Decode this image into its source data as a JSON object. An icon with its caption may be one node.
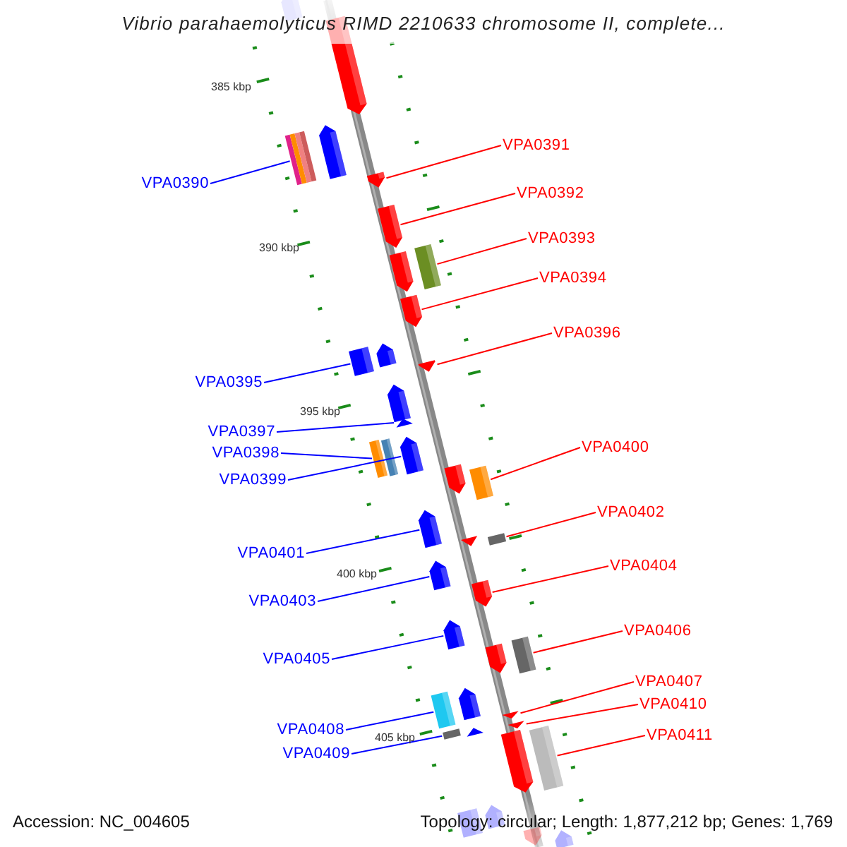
{
  "diagram": {
    "title": "Vibrio parahaemolyticus RIMD 2210633 chromosome II, complete...",
    "nodes": [
      {
        "text": [],
        "shape": "box"
      },
      {
        "text": [],
        "shape": "box"
      },
      {
        "text": [],
        "shape": "box"
      },
      {
        "text": [],
        "shape": "box"
      },
      {
        "text": [],
        "shape": "box"
      },
      {
        "text": [],
        "shape": "box"
      },
      {
        "text": [],
        "shape": "box"
      },
      {
        "text": [],
        "shape": "box"
      },
      {
        "text": [],
        "shape": "box"
      },
      {
        "text": [],
        "shape": "box"
      },
      {
        "text": [],
        "shape": "box"
      },
      {
        "text": [],
        "shape": "box"
      },
      {
        "text": [],
        "shape": "box"
      },
      {
        "text": [],
        "shape": "box"
      },
      {
        "text": [],
        "shape": "box"
      },
      {
        "text": [],
        "shape": "box"
      },
      {
        "text": [],
        "shape": "box"
      },
      {
        "text": [],
        "shape": "box"
      },
      {
        "text": [],
        "shape": "box"
      },
      {
        "text": [],
        "shape": "box"
      },
      {
        "text": [],
        "shape": "box"
      },
      {
        "text": [],
        "shape": "box"
      },
      {
        "text": [],
        "shape": "box"
      },
      {
        "text": [],
        "shape": "box"
      },
      {
        "text": [],
        "shape": "box"
      },
      {
        "text": [],
        "shape": "box"
      },
      {
        "text": [],
        "shape": "box"
      },
      {
        "text": [],
        "shape": "box"
      },
      {
        "text": [],
        "shape": "box"
      },
      {
        "text": [],
        "shape": "box"
      },
      {
        "text": [],
        "shape": "box"
      },
      {
        "text": [],
        "shape": "box"
      },
      {
        "text": [],
        "shape": "box"
      },
      {
        "text": [],
        "shape": "box"
      },
      {
        "text": [],
        "shape": "box"
      },
      {
        "text": [],
        "shape": "box"
      },
      {
        "text": [],
        "shape": "box"
      },
      {
        "text": [],
        "shape": "box"
      },
      {
        "text": [],
        "shape": "box"
      },
      {
        "text": [
          "VPA0390"
        ]
      },
      {
        "text": [
          "VPA0391"
        ]
      },
      {
        "text": [
          "VPA0392"
        ]
      },
      {
        "text": [
          "VPA0393"
        ]
      },
      {
        "text": [
          "VPA0394"
        ]
      },
      {
        "text": [
          "VPA0395"
        ]
      },
      {
        "text": [
          "VPA0396"
        ]
      },
      {
        "text": [
          "VPA0397"
        ]
      },
      {
        "text": [
          "VPA0398"
        ]
      },
      {
        "text": [
          "VPA0399"
        ]
      },
      {
        "text": [
          "VPA0400"
        ]
      },
      {
        "text": [
          "VPA0401"
        ]
      },
      {
        "text": [
          "VPA0402"
        ]
      },
      {
        "text": [
          "VPA0403"
        ]
      },
      {
        "text": [
          "VPA0404"
        ]
      },
      {
        "text": [
          "VPA0405"
        ]
      },
      {
        "text": [
          "VPA0406"
        ]
      },
      {
        "text": [
          "VPA0407"
        ]
      },
      {
        "text": [
          "VPA0408"
        ]
      },
      {
        "text": [
          "VPA0409"
        ]
      },
      {
        "text": [
          "VPA0410"
        ]
      },
      {
        "text": [
          "VPA0411"
        ]
      }
    ],
    "edges": [
      {
        "from": 39,
        "to": 2,
        "arrow": "none",
        "color": "#0000ff"
      },
      {
        "from": 40,
        "to": 4,
        "arrow": "none"
      },
      {
        "from": 41,
        "to": 5,
        "arrow": "none"
      },
      {
        "from": 42,
        "to": 7,
        "arrow": "none"
      },
      {
        "from": 43,
        "to": 8,
        "arrow": "none"
      },
      {
        "from": 44,
        "to": 10,
        "arrow": "none",
        "color": "#0000ff"
      },
      {
        "from": 45,
        "to": 9,
        "arrow": "none"
      },
      {
        "from": 46,
        "to": 13,
        "arrow": "none",
        "color": "#0000ff"
      },
      {
        "from": 47,
        "to": 14,
        "arrow": "none",
        "color": "#0000ff"
      },
      {
        "from": 48,
        "to": 16,
        "arrow": "none",
        "color": "#0000ff"
      },
      {
        "from": 49,
        "to": 18,
        "arrow": "none"
      },
      {
        "from": 50,
        "to": 19,
        "arrow": "none",
        "color": "#0000ff"
      },
      {
        "from": 51,
        "to": 21,
        "arrow": "none"
      },
      {
        "from": 52,
        "to": 22,
        "arrow": "none",
        "color": "#0000ff"
      },
      {
        "from": 53,
        "to": 23,
        "arrow": "none"
      },
      {
        "from": 54,
        "to": 24,
        "arrow": "none",
        "color": "#0000ff"
      },
      {
        "from": 55,
        "to": 26,
        "arrow": "none"
      },
      {
        "from": 56,
        "to": 31,
        "arrow": "none"
      },
      {
        "from": 57,
        "to": 27,
        "arrow": "none",
        "color": "#0000ff"
      },
      {
        "from": 58,
        "to": 29,
        "arrow": "none",
        "color": "#0000ff"
      },
      {
        "from": 59,
        "to": 32,
        "arrow": "none"
      },
      {
        "from": 60,
        "to": 34,
        "arrow": "none"
      }
    ],
    "labels": [
      "385 kbp",
      "390 kbp",
      "395 kbp",
      "400 kbp",
      "405 kbp",
      "Accession: NC_004605",
      "Topology: circular; Length: 1,877,212 bp; Genes: 1,769"
    ]
  }
}
